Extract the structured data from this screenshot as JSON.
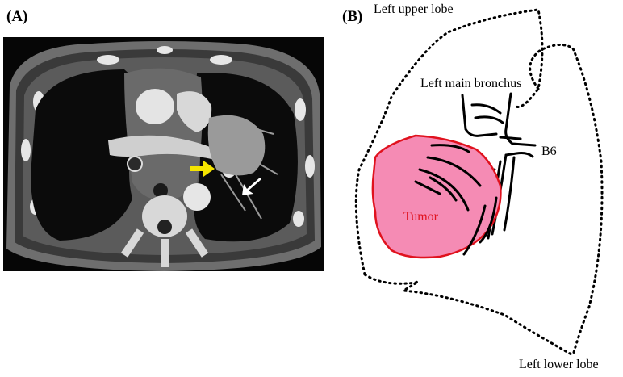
{
  "panels": {
    "a": {
      "label": "(A)"
    },
    "b": {
      "label": "(B)"
    }
  },
  "diagram": {
    "labels": {
      "upper_lobe": "Left upper lobe",
      "main_bronchus": "Left main bronchus",
      "segment": "B6",
      "tumor": "Tumor",
      "lower_lobe": "Left lower lobe"
    }
  },
  "colors": {
    "tumor_fill": "#f58bb4",
    "tumor_stroke": "#e0121e",
    "tumor_text": "#e0121e",
    "arrow_yellow": "#f4e400",
    "arrow_white": "#ffffff"
  }
}
